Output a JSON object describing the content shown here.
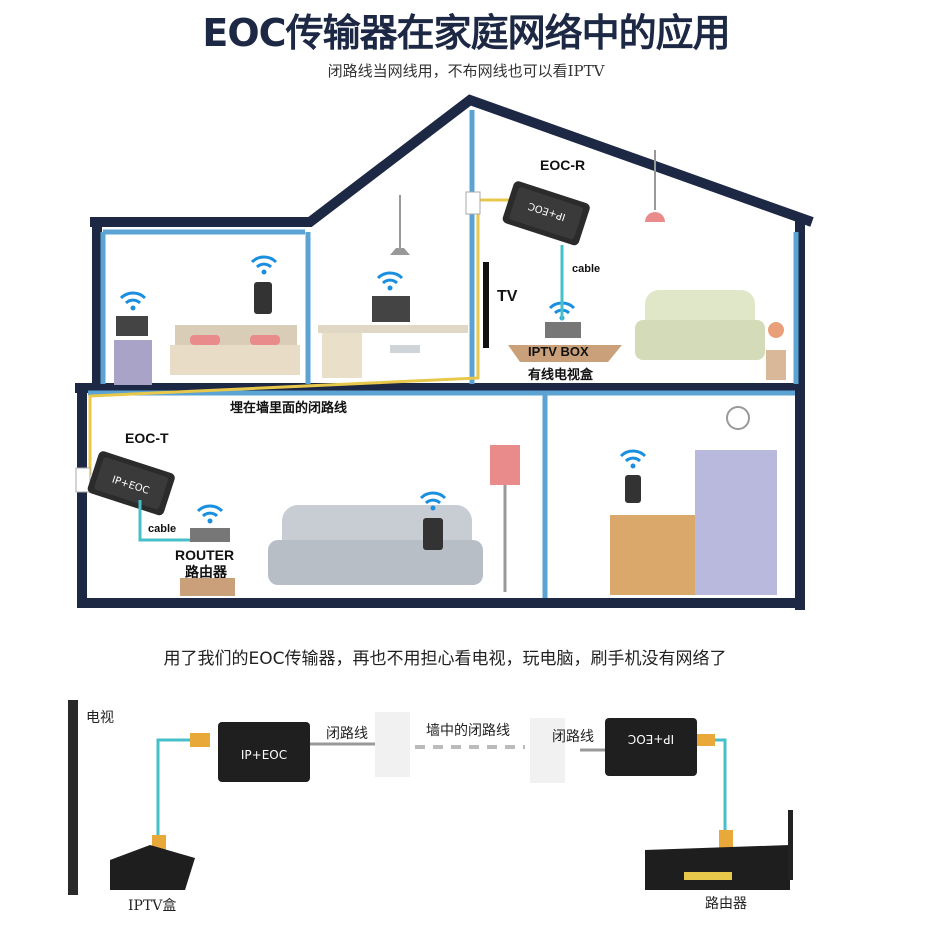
{
  "title": "EOC传输器在家庭网络中的应用",
  "subtitle": "闭路线当网线用，不布网线也可以看IPTV",
  "house": {
    "eoc_r": "EOC-R",
    "eoc_t": "EOC-T",
    "device_text": "IP+EOC",
    "cable_top": "cable",
    "cable_bottom": "cable",
    "tv": "TV",
    "iptv_box": "IPTV BOX",
    "iptv_box_cn": "有线电视盒",
    "wall_cable": "埋在墙里面的闭路线",
    "router": "ROUTER",
    "router_cn": "路由器"
  },
  "caption": "用了我们的EOC传输器，再也不用担心看电视，玩电脑，刷手机没有网络了",
  "diagram": {
    "tv": "电视",
    "coax_left": "闭路线",
    "coax_wall": "墙中的闭路线",
    "coax_right": "闭路线",
    "iptv_box": "IPTV盒",
    "router": "路由器",
    "device_text": "IP+EOC"
  },
  "colors": {
    "wall": "#1d2944",
    "inner_wall": "#5aa3d2",
    "cable": "#e8c84a",
    "wifi": "#1a8fe0",
    "sofa": "#c8cdd3"
  }
}
